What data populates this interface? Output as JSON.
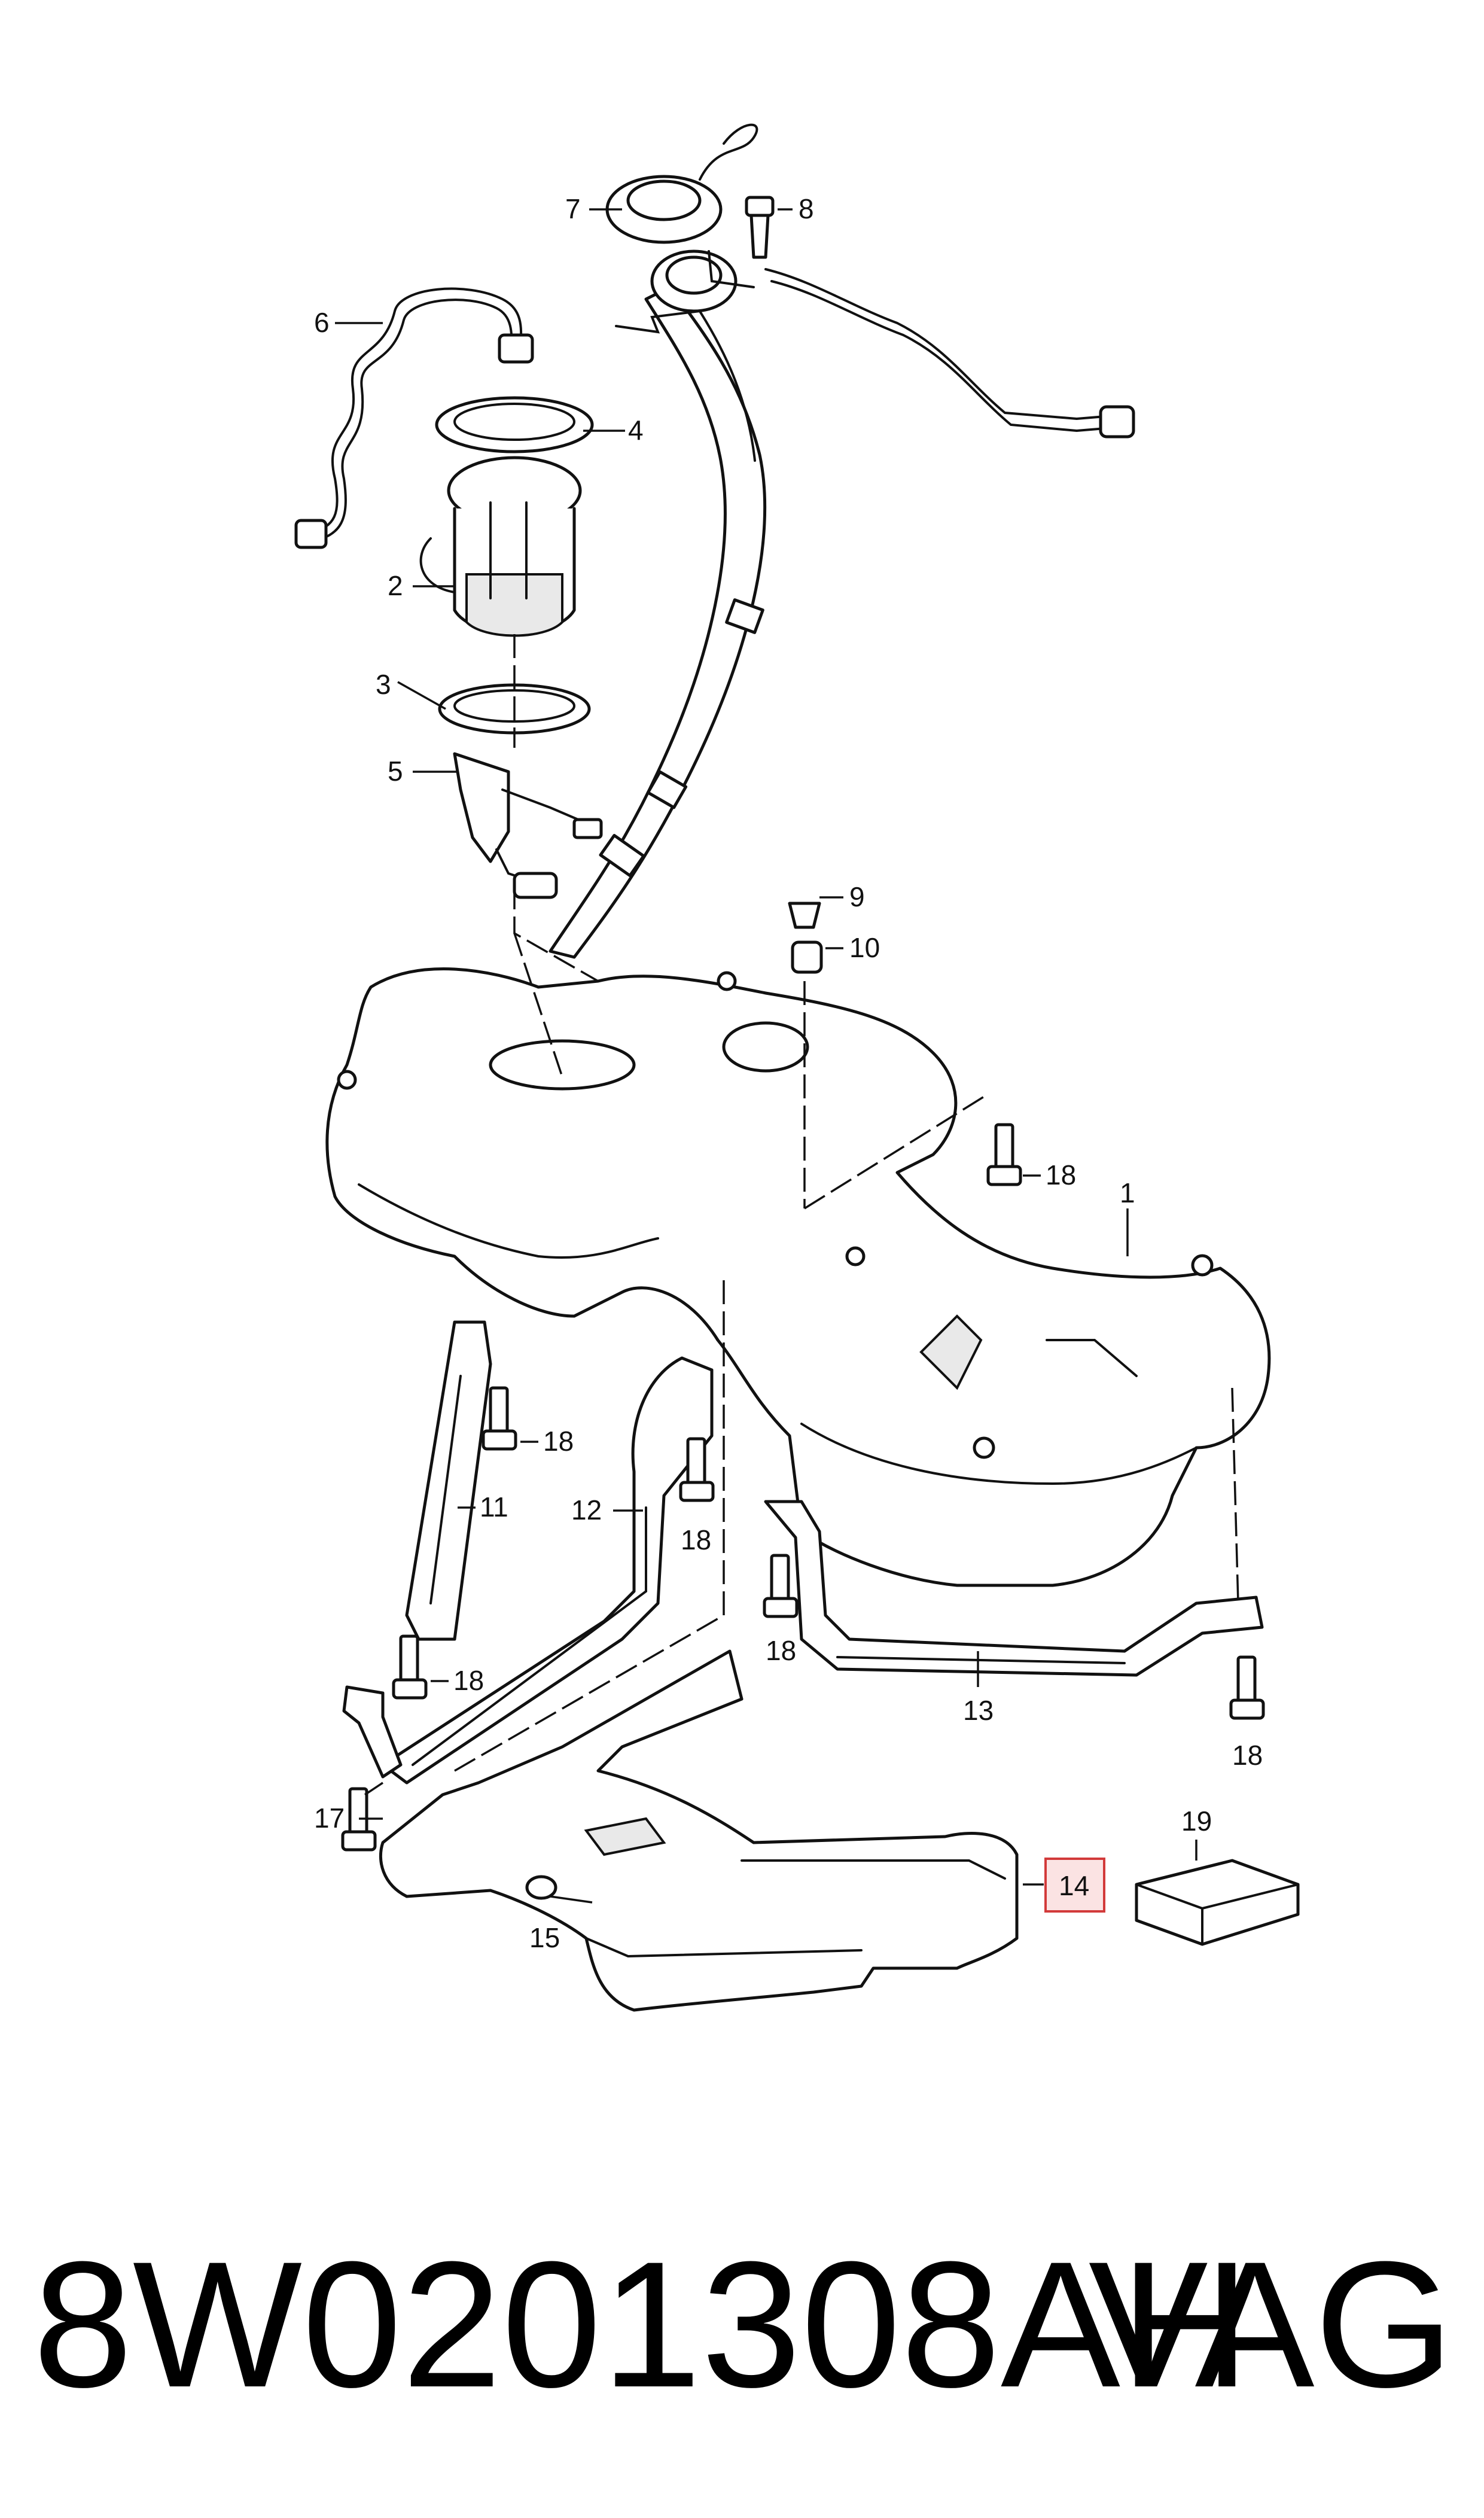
{
  "callouts": [
    "1",
    "2",
    "3",
    "4",
    "5",
    "6",
    "7",
    "8",
    "9",
    "10",
    "11",
    "12",
    "13",
    "14",
    "15",
    "17",
    "18",
    "19"
  ],
  "footer": {
    "part_number": "8W0201308AH",
    "brand": "VAG"
  },
  "highlight": {
    "callout": "14",
    "fill": "#fbe3e3",
    "stroke": "#d23a3a"
  }
}
